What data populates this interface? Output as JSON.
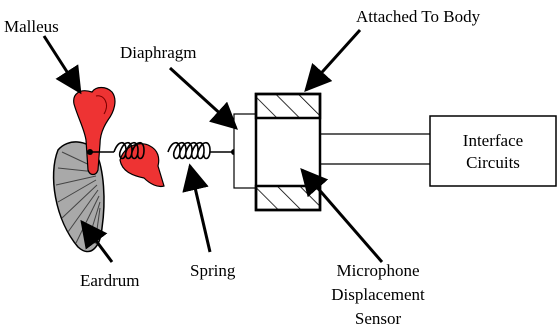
{
  "labels": {
    "malleus": "Malleus",
    "diaphragm": "Diaphragm",
    "attached_to_body": "Attached To Body",
    "interface_circuits_line1": "Interface",
    "interface_circuits_line2": "Circuits",
    "eardrum": "Eardrum",
    "spring": "Spring",
    "sensor_line1": "Microphone",
    "sensor_line2": "Displacement",
    "sensor_line3": "Sensor"
  },
  "colors": {
    "malleus": "#ee3333",
    "eardrum": "#a9a9a9",
    "ink": "#000000"
  }
}
